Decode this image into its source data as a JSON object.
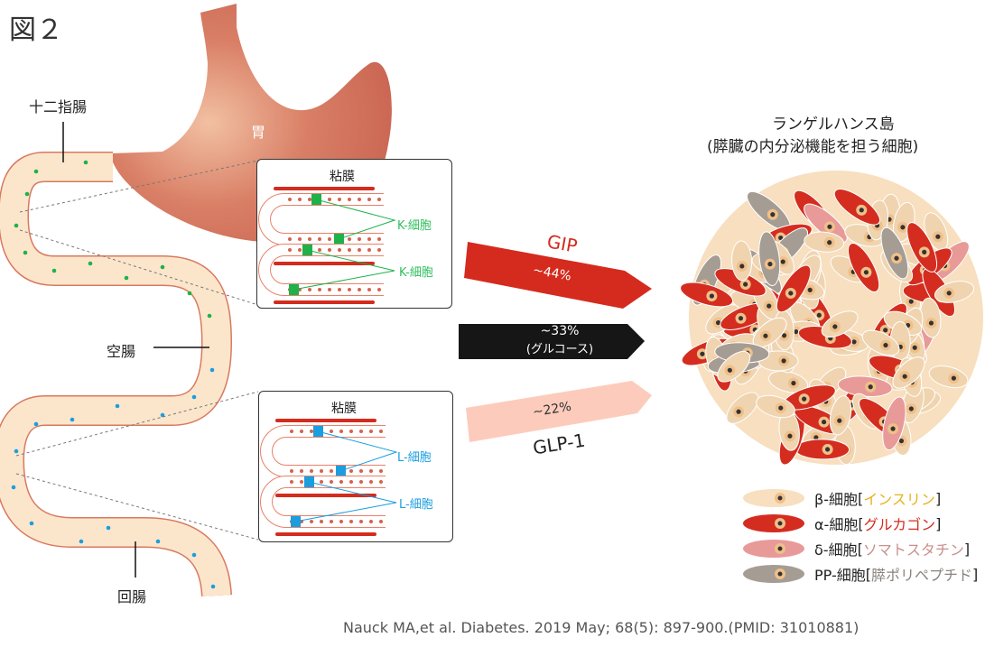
{
  "figure_label": "図２",
  "labels": {
    "stomach": "胃",
    "duodenum": "十二指腸",
    "jejunum": "空腸",
    "ileum": "回腸"
  },
  "inset_top": {
    "title": "粘膜",
    "cell_label_1": "K-細胞",
    "cell_label_2": "K-細胞"
  },
  "inset_bottom": {
    "title": "粘膜",
    "cell_label_1": "L-細胞",
    "cell_label_2": "L-細胞"
  },
  "arrows": {
    "gip": {
      "name": "GIP",
      "percent": "~44%",
      "color": "#d42b1e"
    },
    "glucose": {
      "percent": "~33%",
      "sub": "(グルコース)",
      "color": "#161616"
    },
    "glp1": {
      "name": "GLP-1",
      "percent": "~22%",
      "color": "#fdcbbb"
    }
  },
  "islet": {
    "title": "ランゲルハンス島",
    "subtitle": "(膵臓の内分泌機能を担う細胞)"
  },
  "legend": [
    {
      "cell": "β-細胞",
      "open": "[",
      "hormone": "インスリン",
      "close": "]",
      "color": "#f7dfbf",
      "hormone_color": "#e6b21c"
    },
    {
      "cell": "α-細胞",
      "open": "[",
      "hormone": "グルカゴン",
      "close": "]",
      "color": "#d42d20",
      "hormone_color": "#d42d20"
    },
    {
      "cell": "δ-細胞",
      "open": "[",
      "hormone": "ソマトスタチン",
      "close": "]",
      "color": "#e89a98",
      "hormone_color": "#c9908c"
    },
    {
      "cell": "PP-細胞",
      "open": "[",
      "hormone": "膵ポリペプチド",
      "close": "]",
      "color": "#a59d94",
      "hormone_color": "#8a847e"
    }
  ],
  "citation": "Nauck MA,et al. Diabetes. 2019 May; 68(5): 897-900.(PMID: 31010881)"
}
